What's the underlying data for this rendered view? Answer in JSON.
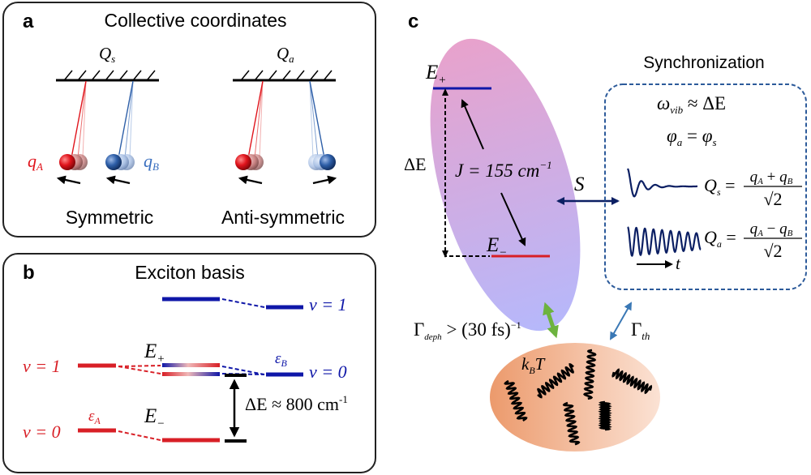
{
  "panel_a": {
    "letter": "a",
    "title": "Collective coordinates",
    "left_coord": {
      "main": "Q",
      "sub": "s"
    },
    "right_coord": {
      "main": "Q",
      "sub": "a"
    },
    "label_qA": {
      "main": "q",
      "sub": "A"
    },
    "label_qB": {
      "main": "q",
      "sub": "B"
    },
    "left_caption": "Symmetric",
    "right_caption": "Anti-symmetric",
    "colors": {
      "red": "#e0141c",
      "blue": "#2e5fa8"
    }
  },
  "panel_b": {
    "letter": "b",
    "title": "Exciton basis",
    "left_v1": "v = 1",
    "left_v0": "v = 0",
    "right_v1": "v = 1",
    "right_v0": "v = 0",
    "eps_A": {
      "main": "ε",
      "sub": "A"
    },
    "eps_B": {
      "main": "ε",
      "sub": "B"
    },
    "E_plus": {
      "main": "E",
      "sub": "+"
    },
    "E_minus": {
      "main": "E",
      "sub": "−"
    },
    "delta_E": {
      "prefix": "ΔE ≈ 800 cm",
      "sup": "-1"
    },
    "colors": {
      "red": "#d81f26",
      "blue": "#0f17a8",
      "black": "#000000"
    }
  },
  "panel_c": {
    "letter": "c",
    "E_plus": {
      "main": "E",
      "sub": "+"
    },
    "E_minus": {
      "main": "E",
      "sub": "−"
    },
    "delta_E": "ΔE",
    "coupling": {
      "prefix": "J = 155 cm",
      "sup": "−1"
    },
    "S_label": "S",
    "sync_title": "Synchronization",
    "omega_eq": {
      "main": "ω",
      "sub": "vib",
      "rest": " ≈ ΔE"
    },
    "phase_eq": {
      "lhs": "φ",
      "lhs_sub": "a",
      "mid": " = ",
      "rhs": "φ",
      "rhs_sub": "s"
    },
    "Qs_eq": {
      "main": "Q",
      "sub": "s",
      "num": "q_A + q_B",
      "den": "√2"
    },
    "Qa_eq": {
      "main": "Q",
      "sub": "a",
      "num": "q_A − q_B",
      "den": "√2"
    },
    "time_label": "t",
    "gamma_deph": {
      "main": "Γ",
      "sub": "deph",
      "rest": " > (30 fs)",
      "sup": "−1"
    },
    "gamma_th": {
      "main": "Γ",
      "sub": "th"
    },
    "bath_label": {
      "main": "k",
      "sub": "B",
      "rest": "T"
    },
    "colors": {
      "ellipse_top": "#e8a2cc",
      "ellipse_bottom": "#b6b8fb",
      "bath_left": "#ec9a6c",
      "bath_right": "#fbe2d4",
      "sync_border": "#2c5a9a",
      "green_arrow": "#6db33f",
      "blue_arrow": "#3a78b5",
      "navy": "#0b1f63"
    }
  }
}
